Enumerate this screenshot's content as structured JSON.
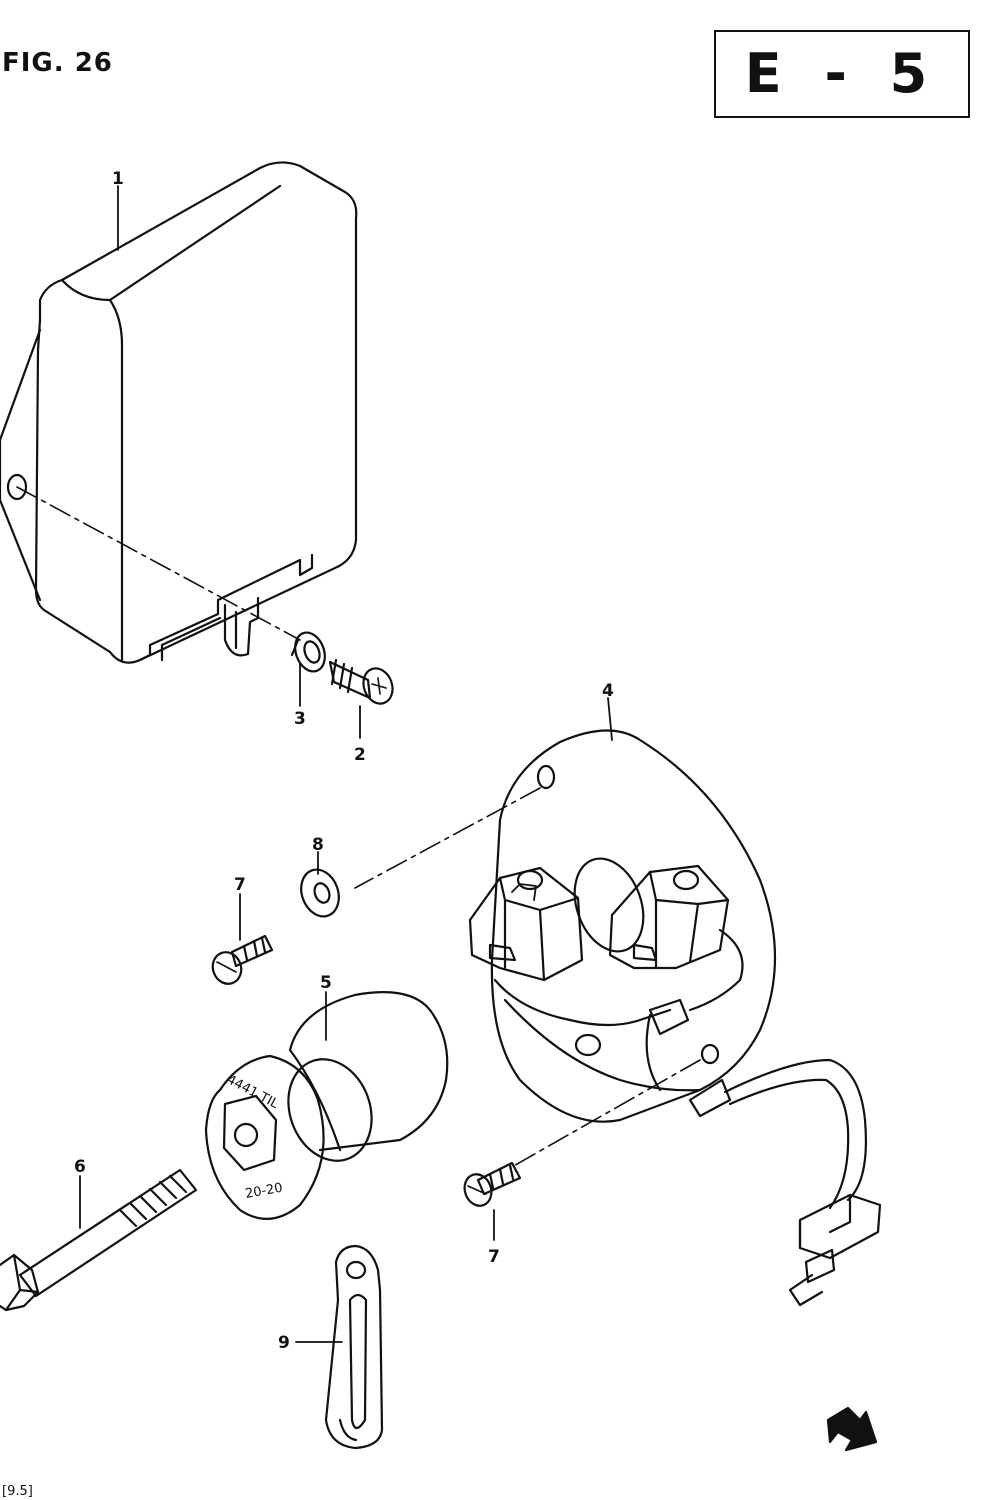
{
  "figure": {
    "title": "FIG. 26",
    "section": "E - 5",
    "ref_code": "[9.5]"
  },
  "callouts": [
    "1",
    "2",
    "3",
    "4",
    "5",
    "6",
    "7",
    "8",
    "7",
    "9"
  ],
  "body_markings": {
    "line1": "4441 TIL",
    "line2": "20-20"
  }
}
